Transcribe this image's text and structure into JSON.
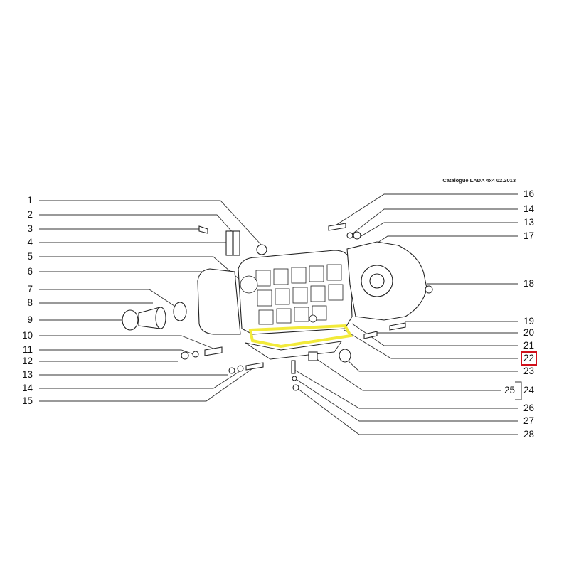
{
  "caption": "Catalogue LADA 4x4  02.2013",
  "highlight_color": "#f2ea3a",
  "selected_color": "#d0101b",
  "left_labels": [
    "1",
    "2",
    "3",
    "4",
    "5",
    "6",
    "7",
    "8",
    "9",
    "10",
    "11",
    "12",
    "13",
    "14",
    "15"
  ],
  "right_labels": [
    "16",
    "14",
    "13",
    "17",
    "18",
    "19",
    "20",
    "21",
    "22",
    "23",
    "24",
    "26",
    "27",
    "28"
  ],
  "group_label": "25",
  "selected_part": "22"
}
